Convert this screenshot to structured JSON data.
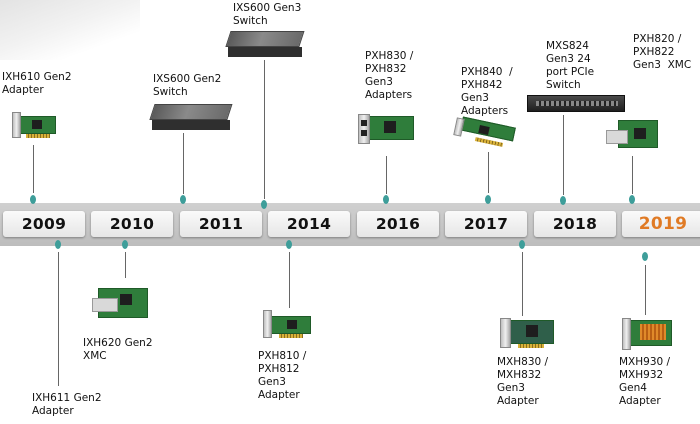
{
  "timeline": {
    "years": [
      "2009",
      "2010",
      "2011",
      "2014",
      "2016",
      "2017",
      "2018",
      "2019"
    ],
    "highlight_color": "#e07a24",
    "dot_color": "#3e9e9a"
  },
  "products": {
    "ixh610": "IXH610 Gen2\nAdapter",
    "ixs600_2010": "IXS600 Gen2\nSwitch",
    "ixs600_2011": "IXS600 Gen3\nSwitch",
    "pxh830": "PXH830 /\nPXH832\nGen3\nAdapters",
    "pxh840": "PXH840  /\nPXH842\nGen3\nAdapters",
    "mxs824": "MXS824\nGen3 24\nport PCIe\nSwitch",
    "pxh820": "PXH820 /\nPXH822\nGen3  XMC",
    "ixh611": "IXH611 Gen2\nAdapter",
    "ixh620": "IXH620 Gen2\nXMC",
    "pxh810": "PXH810 /\nPXH812\nGen3\nAdapter",
    "mxh830": "MXH830 /\nMXH832\nGen3\nAdapter",
    "mxh930": "MXH930 /\nMXH932\nGen4\nAdapter"
  }
}
